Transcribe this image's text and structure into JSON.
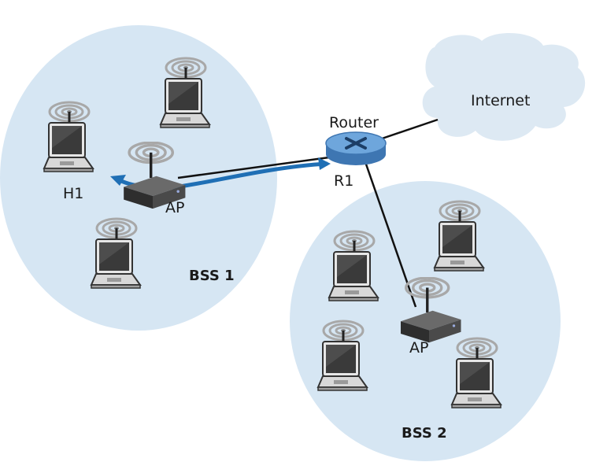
{
  "labels": {
    "internet": "Internet",
    "router": "Router",
    "router_id": "R1",
    "host": "H1",
    "ap1": "AP",
    "ap2": "AP",
    "bss1": "BSS 1",
    "bss2": "BSS 2"
  },
  "colors": {
    "bss_fill": "#d6e6f3",
    "cloud_fill": "#dde9f3",
    "router_body": "#5f98d2",
    "frame_arrow": "#1f6fb5",
    "link": "#111111"
  },
  "icons": {
    "laptop": "laptop-icon",
    "access_point": "wireless-access-point-icon",
    "router": "router-icon",
    "cloud": "internet-cloud-icon",
    "signal": "wireless-signal-icon"
  }
}
